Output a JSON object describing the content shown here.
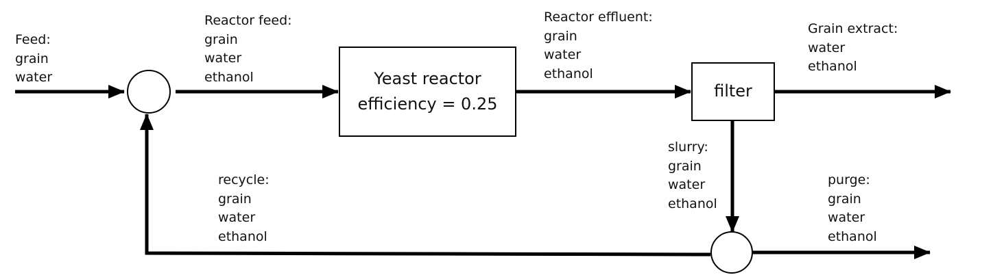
{
  "colors": {
    "line": "#000000",
    "text": "#111111",
    "background": "#ffffff"
  },
  "streams": {
    "feed": {
      "title": "Feed:",
      "items": [
        "grain",
        "water"
      ]
    },
    "reactor_feed": {
      "title": "Reactor feed:",
      "items": [
        "grain",
        "water",
        "ethanol"
      ]
    },
    "reactor_effluent": {
      "title": "Reactor effluent:",
      "items": [
        "grain",
        "water",
        "ethanol"
      ]
    },
    "grain_extract": {
      "title": "Grain extract:",
      "items": [
        "water",
        "ethanol"
      ]
    },
    "slurry": {
      "title": "slurry:",
      "items": [
        "grain",
        "water",
        "ethanol"
      ]
    },
    "recycle": {
      "title": "recycle:",
      "items": [
        "grain",
        "water",
        "ethanol"
      ]
    },
    "purge": {
      "title": "purge:",
      "items": [
        "grain",
        "water",
        "ethanol"
      ]
    }
  },
  "units": {
    "reactor": {
      "line1": "Yeast reactor",
      "line2": "efficiency = 0.25"
    },
    "filter": {
      "label": "filter"
    }
  }
}
